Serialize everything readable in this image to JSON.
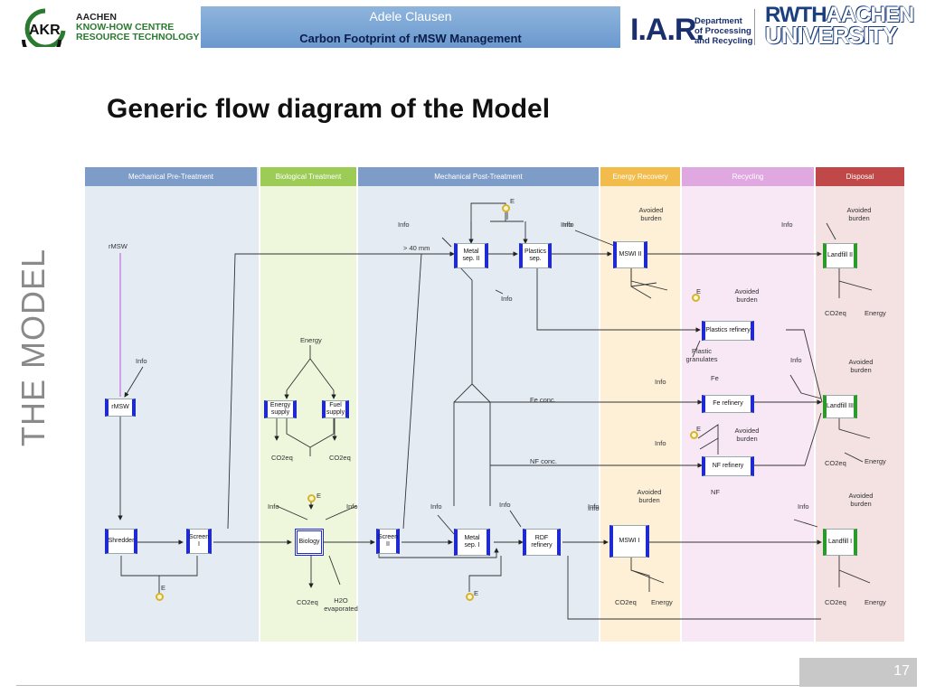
{
  "header": {
    "logo_left": {
      "emblem": "AKR",
      "line1": "AACHEN",
      "line2": "KNOW-HOW CENTRE",
      "line3": "RESOURCE TECHNOLOGY"
    },
    "author": "Adele Clausen",
    "presentation_title": "Carbon Footprint of rMSW Management",
    "iar_logo": {
      "mark": "I.A.R.",
      "line1": "Department",
      "line2": "of Processing",
      "line3": "and Recycling"
    },
    "university_logo": {
      "line1a": "RWTH",
      "line1b": "AACHEN",
      "line2": "UNIVERSITY"
    }
  },
  "slide": {
    "title": "Generic flow diagram of the Model",
    "side_label": "THE MODEL",
    "page_number": "17"
  },
  "colors": {
    "header_band": "#7aa6d6",
    "process_border": "#1f2ad0",
    "landfill_border": "#2a9a2a",
    "input_line": "#c070e0"
  },
  "diagram": {
    "columns": [
      {
        "id": "pre",
        "label": "Mechanical Pre-Treatment",
        "head_color": "#7e9cc8",
        "bg_color": "#e4ebf3"
      },
      {
        "id": "bio",
        "label": "Biological Treatment",
        "head_color": "#9ccc55",
        "bg_color": "#eef6dc"
      },
      {
        "id": "post",
        "label": "Mechanical Post-Treatment",
        "head_color": "#7e9cc8",
        "bg_color": "#e4ebf3"
      },
      {
        "id": "energy",
        "label": "Energy Recovery",
        "head_color": "#f2bc4c",
        "bg_color": "#fdf0d6"
      },
      {
        "id": "recycling",
        "label": "Recycling",
        "head_color": "#e0a8e0",
        "bg_color": "#f8e8f6"
      },
      {
        "id": "disposal",
        "label": "Disposal",
        "head_color": "#c04848",
        "bg_color": "#f4e2e2"
      }
    ],
    "process_boxes": {
      "rmsw": "rMSW",
      "shredder": "Shredder",
      "screen1": "Screen I",
      "energy_supply": "Energy supply",
      "fuel_supply": "Fuel supply",
      "biology": "Biology",
      "screen2": "Screen II",
      "metal_sep1": "Metal sep. I",
      "metal_sep2": "Metal sep. II",
      "plastics_sep": "Plastics sep.",
      "rdf_refinery": "RDF refinery",
      "mswi1": "MSWI I",
      "mswi2": "MSWI II",
      "plastics_refinery": "Plastics refinery",
      "fe_refinery": "Fe refinery",
      "nf_refinery": "NF refinery",
      "landfill1": "Landfill I",
      "landfill2": "Landfill II",
      "landfill3": "Landfill III"
    },
    "labels": {
      "rmsw_input": "rMSW",
      "info": "Info",
      "energy": "Energy",
      "e": "E",
      "co2eq": "CO2eq",
      "h2o": "H2O evaporated",
      "gt40": "> 40 mm",
      "avoided_burden": "Avoided burden",
      "plastic_granulates": "Plastic granulates",
      "fe": "Fe",
      "fe_conc": "Fe conc.",
      "nf": "NF",
      "nf_conc": "NF conc."
    }
  }
}
